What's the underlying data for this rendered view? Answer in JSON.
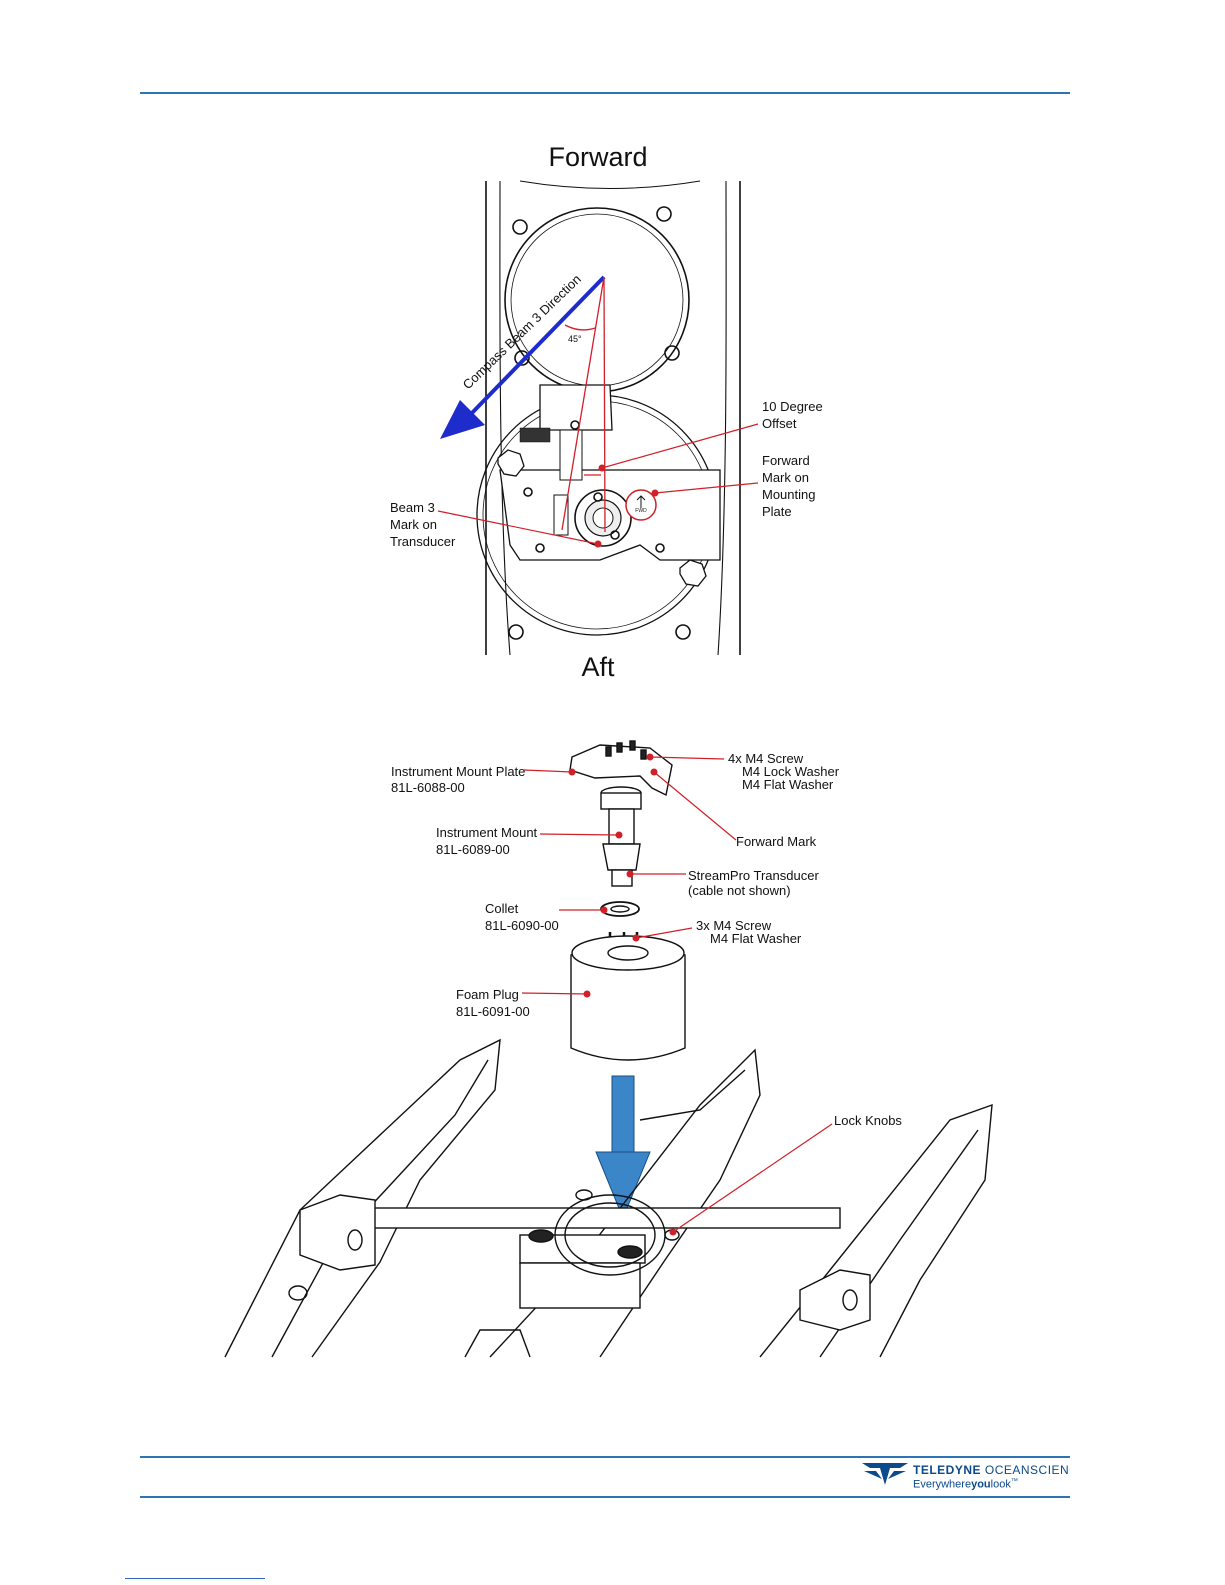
{
  "colors": {
    "rule": "#2e74b5",
    "callout": "#d0202a",
    "beam_arrow": "#1f2ccc",
    "insert_arrow": "#3a86c9",
    "brand": "#0b4a8b"
  },
  "top_figure": {
    "forward": "Forward",
    "aft": "Aft",
    "compass_beam": "Compass Beam 3 Direction",
    "angle": "45°",
    "offset": [
      "10 Degree",
      "Offset"
    ],
    "fwd_mark": [
      "Forward",
      "Mark on",
      "Mounting",
      "Plate"
    ],
    "beam3_mark": [
      "Beam 3",
      "Mark on",
      "Transducer"
    ],
    "fwd_symbol": "FWD"
  },
  "bottom_figure": {
    "screw4": [
      "4x M4 Screw",
      "M4 Lock Washer",
      "M4 Flat Washer"
    ],
    "mount_plate": [
      "Instrument Mount Plate",
      "81L-6088-00"
    ],
    "forward_mark": "Forward Mark",
    "mount": [
      "Instrument Mount",
      "81L-6089-00"
    ],
    "transducer": [
      "StreamPro Transducer",
      "(cable not shown)"
    ],
    "collet": [
      "Collet",
      "81L-6090-00"
    ],
    "screw3": [
      "3x M4 Screw",
      "M4 Flat Washer"
    ],
    "foam": [
      "Foam Plug",
      "81L-6091-00"
    ],
    "lock_knobs": "Lock Knobs"
  },
  "footer": {
    "brand_bold": "TELEDYNE",
    "brand_rest": "OCEANSCIENCE",
    "tag_a": "Everywhere",
    "tag_b": "you",
    "tag_c": "look",
    "tm": "™",
    "logo_icon": "teledyne-swoosh-icon"
  }
}
